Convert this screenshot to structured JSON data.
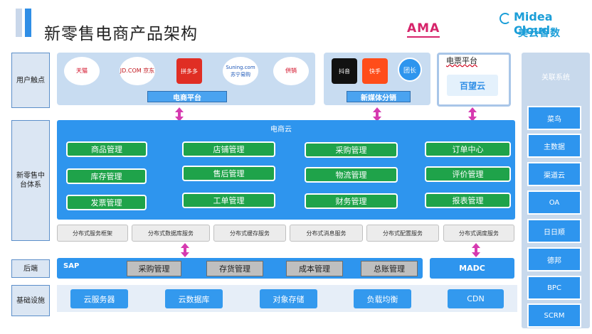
{
  "title": "新零售电商产品架构",
  "brands": {
    "ama": "AMA",
    "midea_en": "Midea Cloud",
    "midea_cn": "美云智数"
  },
  "row_labels": {
    "user": "用户触点",
    "core": "新零售中台体系",
    "backend": "后端",
    "infra": "基础设施"
  },
  "touchpoints": {
    "ecommerce_logos": [
      "天猫",
      "JD.COM 京东",
      "拼多多",
      "Suning.com 苏宁易购",
      "供销"
    ],
    "ecommerce_label": "电商平台",
    "media_logos": [
      "抖音",
      "快手",
      "团长"
    ],
    "media_label": "新媒体分销",
    "invoice_title": "电票平台",
    "invoice_logo": "百望云"
  },
  "cloud": {
    "title": "电商云",
    "modules": [
      "商品管理",
      "店铺管理",
      "采购管理",
      "订单中心",
      "库存管理",
      "售后管理",
      "物流管理",
      "评价管理",
      "发票管理",
      "工单管理",
      "财务管理",
      "报表管理"
    ]
  },
  "middleware": [
    "分布式服务框架",
    "分布式数据库服务",
    "分布式缓存服务",
    "分布式消息服务",
    "分布式配置服务",
    "分布式调度服务"
  ],
  "backend": {
    "sap": "SAP",
    "modules": [
      "采购管理",
      "存货管理",
      "成本管理",
      "总账管理"
    ],
    "madc": "MADC"
  },
  "infra": [
    "云服务器",
    "云数据库",
    "对象存储",
    "负载均衡",
    "CDN"
  ],
  "related": {
    "title": "关联系统",
    "items": [
      "菜鸟",
      "主数据",
      "渠道云",
      "OA",
      "日日顺",
      "德邦",
      "BPC",
      "SCRM"
    ]
  },
  "colors": {
    "accent": "#2f8ee6",
    "cloud": "#2e95ee",
    "module_green": "#1fa34a",
    "arrow": "#d63ab0"
  }
}
